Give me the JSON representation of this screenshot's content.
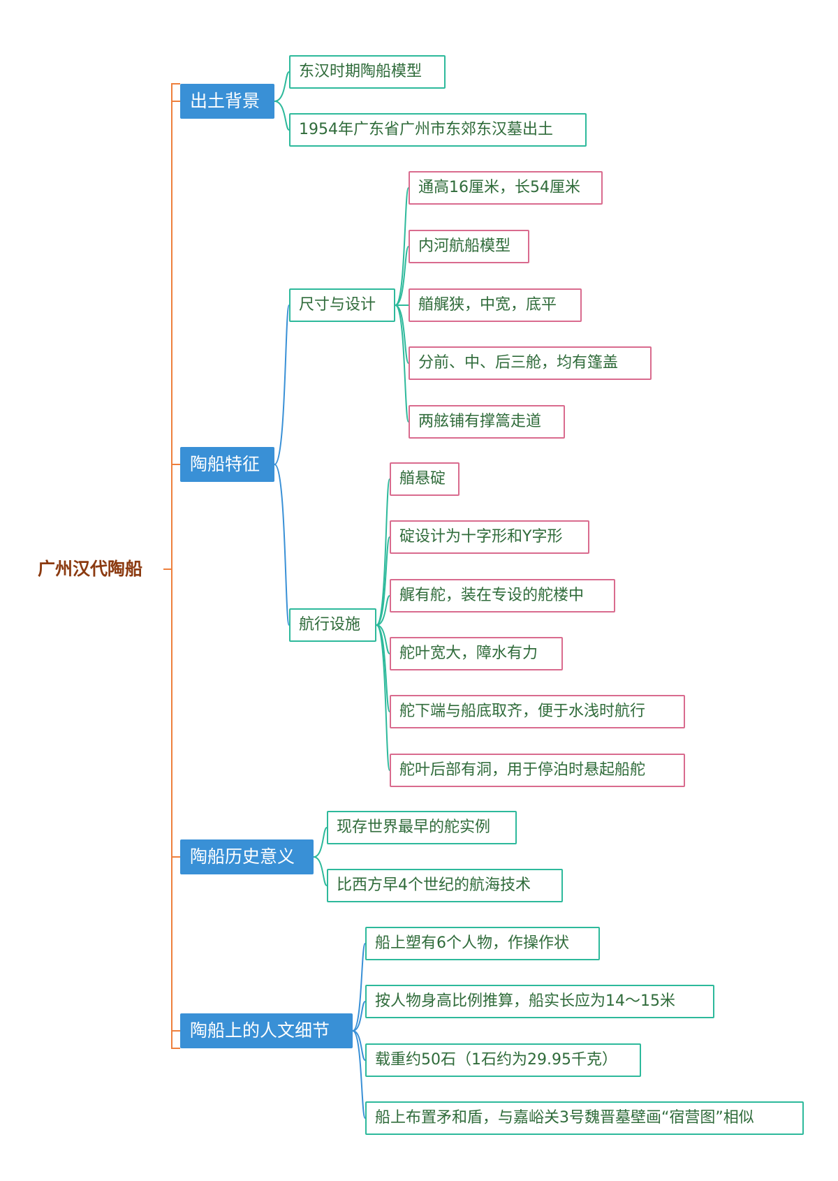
{
  "root": {
    "label": "广州汉代陶船"
  },
  "branches": [
    {
      "label": "出土背景",
      "children": [
        {
          "label": "东汉时期陶船模型"
        },
        {
          "label": "1954年广东省广州市东郊东汉墓出土"
        }
      ]
    },
    {
      "label": "陶船特征",
      "children": [
        {
          "label": "尺寸与设计",
          "children": [
            {
              "label": "通高16厘米，长54厘米"
            },
            {
              "label": "内河航船模型"
            },
            {
              "label": "艏艉狭，中宽，底平"
            },
            {
              "label": "分前、中、后三舱，均有篷盖"
            },
            {
              "label": "两舷铺有撑篙走道"
            }
          ]
        },
        {
          "label": "航行设施",
          "children": [
            {
              "label": "艏悬碇"
            },
            {
              "label": "碇设计为十字形和Y字形"
            },
            {
              "label": "艉有舵，装在专设的舵楼中"
            },
            {
              "label": "舵叶宽大，障水有力"
            },
            {
              "label": "舵下端与船底取齐，便于水浅时航行"
            },
            {
              "label": "舵叶后部有洞，用于停泊时悬起船舵"
            }
          ]
        }
      ]
    },
    {
      "label": "陶船历史意义",
      "children": [
        {
          "label": "现存世界最早的舵实例"
        },
        {
          "label": "比西方早4个世纪的航海技术"
        }
      ]
    },
    {
      "label": "陶船上的人文细节",
      "children": [
        {
          "label": "船上塑有6个人物，作操作状"
        },
        {
          "label": "按人物身高比例推算，船实长应为14～15米"
        },
        {
          "label": "载重约50石（1石约为29.95千克）"
        },
        {
          "label": "船上布置矛和盾，与嘉峪关3号魏晋墓壁画“宿营图”相似"
        }
      ]
    }
  ],
  "colors": {
    "root_text": "#8B3A10",
    "root_connector": "#EE7F3C",
    "branch_fill": "#3990D6",
    "branch_connector": "#3990D6",
    "leaf_border_teal": "#2DB99B",
    "leaf_border_pink": "#D96B8E",
    "leaf_text": "#2F6B3A"
  }
}
